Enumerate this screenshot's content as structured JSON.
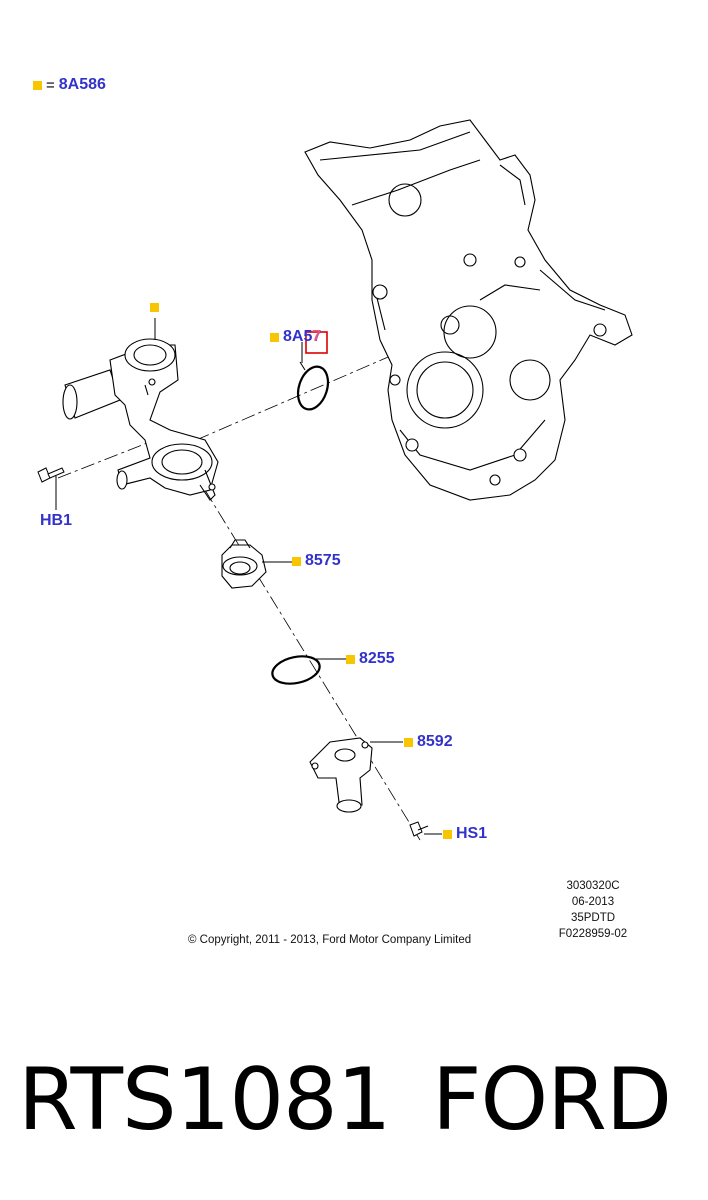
{
  "legend": {
    "symbol_color": "#f7c600",
    "equals": "=",
    "code": "8A586"
  },
  "callouts": {
    "housing": {
      "code": ""
    },
    "seal_top": {
      "code": "8A57",
      "overlay_text": "7"
    },
    "bolt_hb1": {
      "code": "HB1"
    },
    "thermostat": {
      "code": "8575"
    },
    "oring": {
      "code": "8255"
    },
    "outlet": {
      "code": "8592"
    },
    "bolt_hs1": {
      "code": "HS1"
    }
  },
  "meta": [
    "3030320C",
    "06-2013",
    "35PDTD",
    "F0228959-02"
  ],
  "copyright": "© Copyright, 2011 - 2013, Ford Motor Company Limited",
  "footer": {
    "part_number": "RTS1081",
    "brand": "FORD"
  },
  "colors": {
    "code_text": "#3333cc",
    "marker": "#f7c600",
    "highlight": "#dd0000"
  }
}
